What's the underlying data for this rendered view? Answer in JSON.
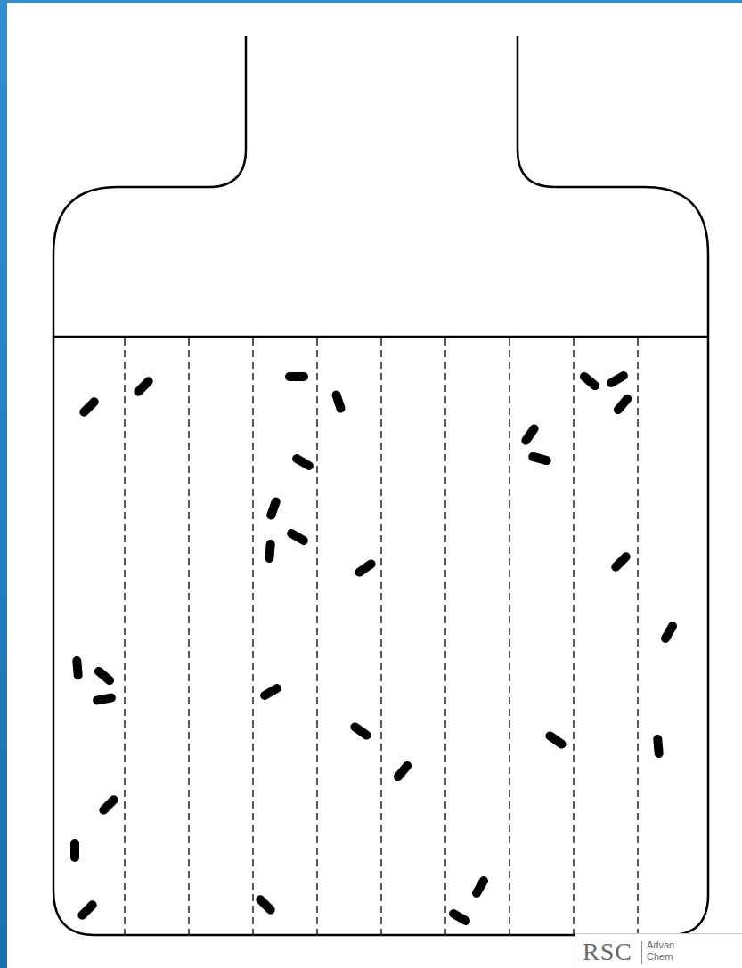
{
  "diagram": {
    "labels": [
      "RSC",
      "Advan",
      "Chem"
    ]
  }
}
